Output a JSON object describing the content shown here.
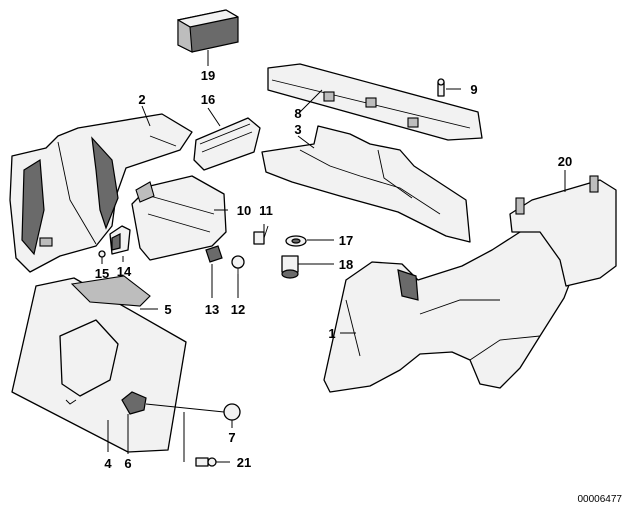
{
  "callouts": {
    "c1": "1",
    "c2": "2",
    "c3": "3",
    "c4": "4",
    "c5": "5",
    "c6": "6",
    "c7": "7",
    "c8": "8",
    "c9": "9",
    "c10": "10",
    "c11": "11",
    "c12": "12",
    "c13": "13",
    "c14": "14",
    "c15": "15",
    "c16": "16",
    "c17": "17",
    "c18": "18",
    "c19": "19",
    "c20": "20",
    "c21": "21"
  },
  "document_id": "00006477"
}
